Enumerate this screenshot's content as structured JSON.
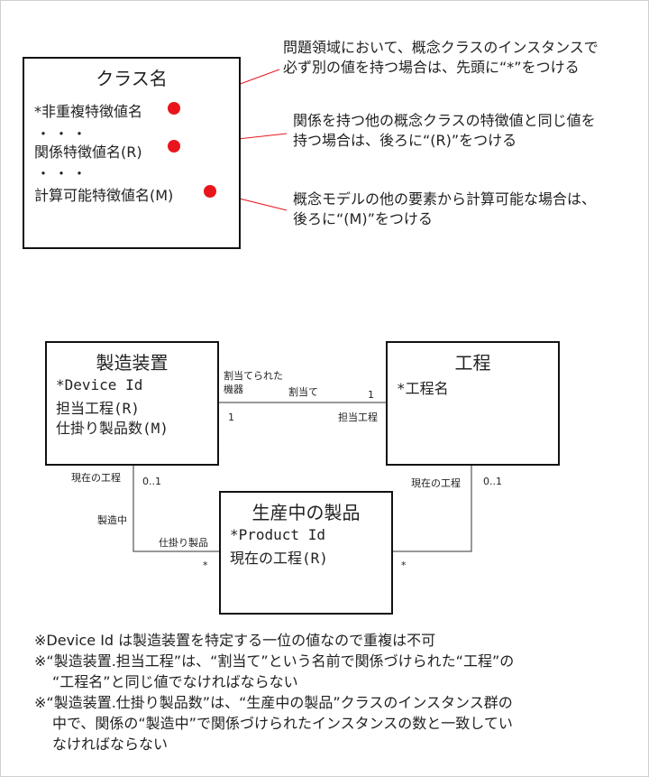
{
  "legend": {
    "class_title": "クラス名",
    "unique_attr": "*非重複特徴値名",
    "dots1": "・・・",
    "relation_attr": "関係特徴値名(R)",
    "dots2": "・・・",
    "computed_attr": "計算可能特徴値名(M)",
    "notes": [
      "問題領域において、概念クラスのインスタンスで必ず別の値を持つ場合は、先頭に“*”をつける",
      "関係を持つ他の概念クラスの特徴値と同じ値を持つ場合は、後ろに“(R)”をつける",
      "概念モデルの他の要素から計算可能な場合は、後ろに“(M)”をつける"
    ],
    "marker_color": "#e8161c"
  },
  "classes": {
    "device": {
      "title": "製造装置",
      "attrs": [
        "*Device Id",
        "担当工程(R)",
        "仕掛り製品数(M)"
      ]
    },
    "process": {
      "title": "工程",
      "attrs": [
        "*工程名"
      ]
    },
    "product": {
      "title": "生産中の製品",
      "attrs": [
        "*Product Id",
        "現在の工程(R)"
      ]
    }
  },
  "associations": {
    "assign": {
      "role_device": "割当てられた機器",
      "name": "割当て",
      "mult_device": "1",
      "mult_process": "1",
      "role_process": "担当工程"
    },
    "device_product": {
      "role_device": "現在の工程",
      "mult_device": "0..1",
      "name": "製造中",
      "role_product": "仕掛り製品",
      "mult_product": "*"
    },
    "process_product": {
      "role_process": "現在の工程",
      "mult_process": "0..1",
      "mult_product": "*"
    }
  },
  "footnotes": [
    "※Device Id は製造装置を特定する一位の値なので重複は不可",
    "※“製造装置.担当工程”は、“割当て”という名前で関係づけられた“工程”の",
    "“工程名”と同じ値でなければならない",
    "※“製造装置.仕掛り製品数”は、“生産中の製品”クラスのインスタンス群の",
    "中で、関係の“製造中”で関係づけられたインスタンスの数と一致してい",
    "なければならない"
  ]
}
